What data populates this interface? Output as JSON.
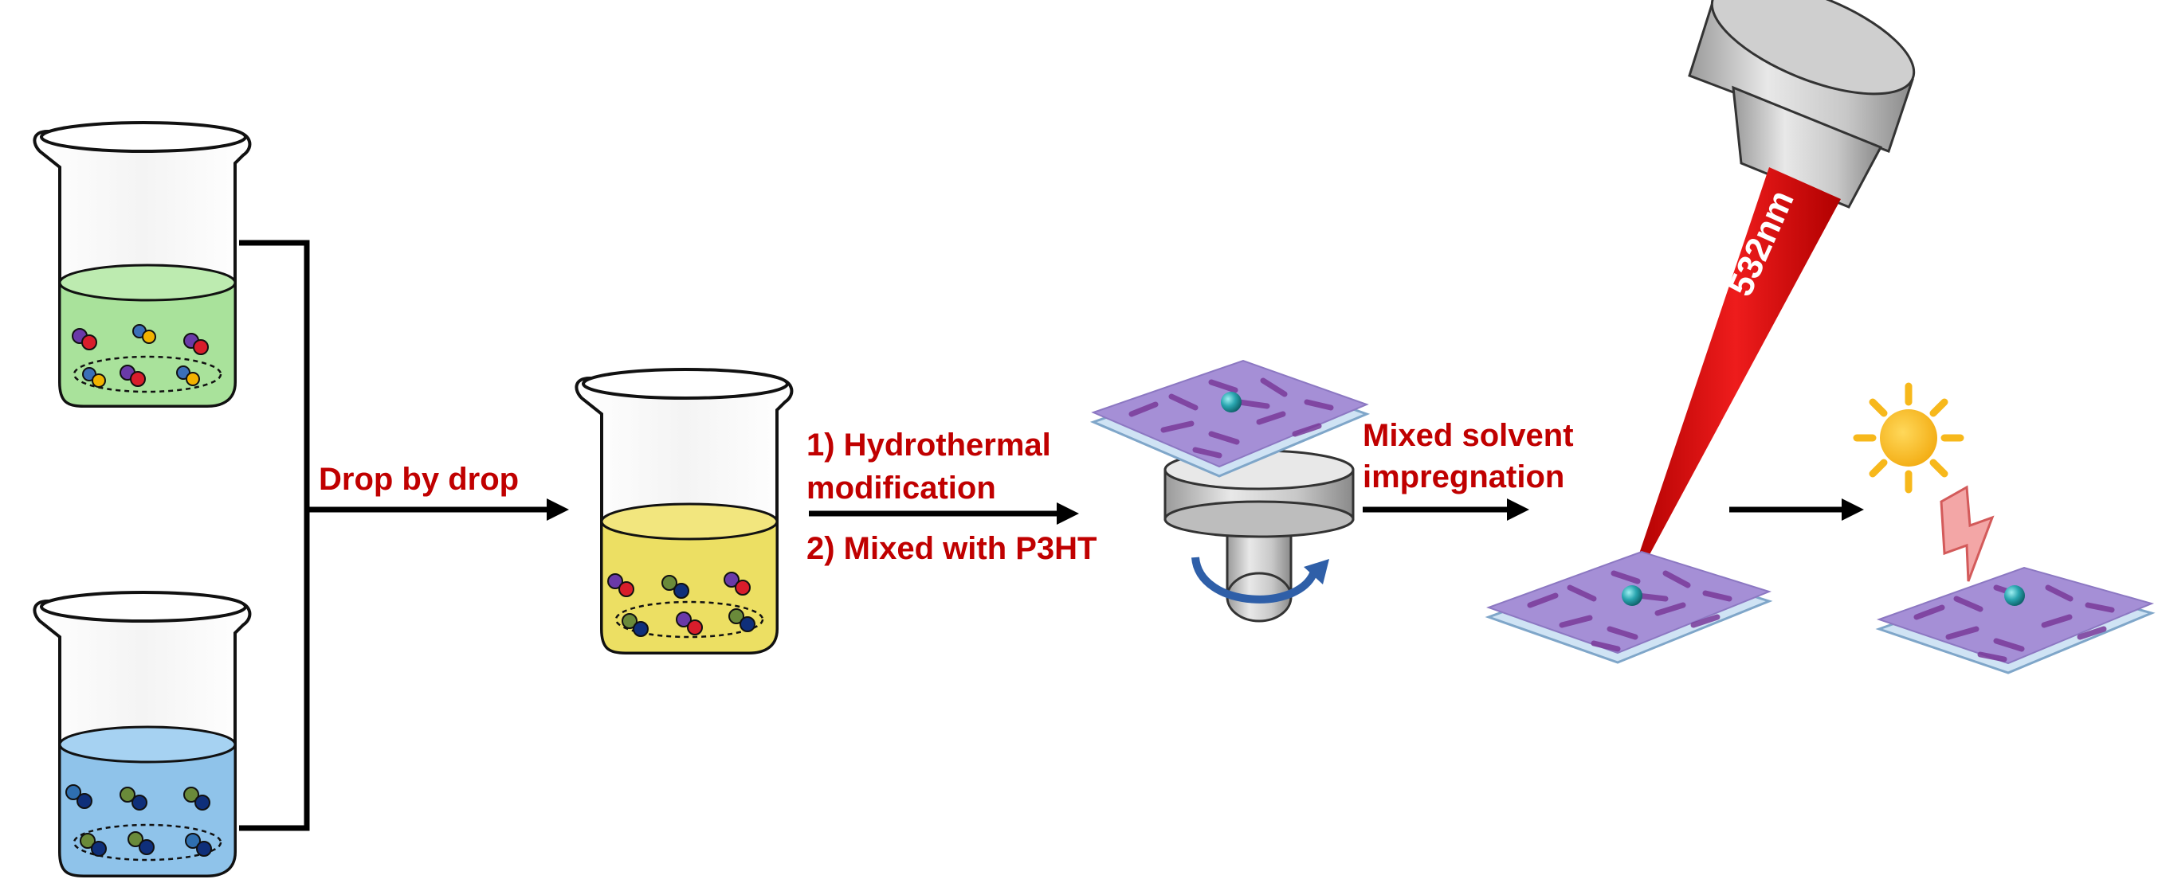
{
  "labels": {
    "drop": "Drop by drop",
    "step1": "1)  Hydrothermal",
    "step1b": "modification",
    "step2": "2)  Mixed with P3HT",
    "solvent1": "Mixed solvent",
    "solvent2": "impregnation",
    "laser": "532nm"
  },
  "colors": {
    "label": "#c00000",
    "green_solution": "#a9e29b",
    "blue_solution": "#8fc3ea",
    "yellow_solution": "#ecdf63",
    "film": "#a58fd6",
    "laser": "#d41414",
    "sun": "#f7b81b"
  },
  "icons": [
    "beaker-icon",
    "spin-coater-icon",
    "rotation-arrow-icon",
    "laser-head-icon",
    "sun-icon",
    "lightning-icon"
  ]
}
